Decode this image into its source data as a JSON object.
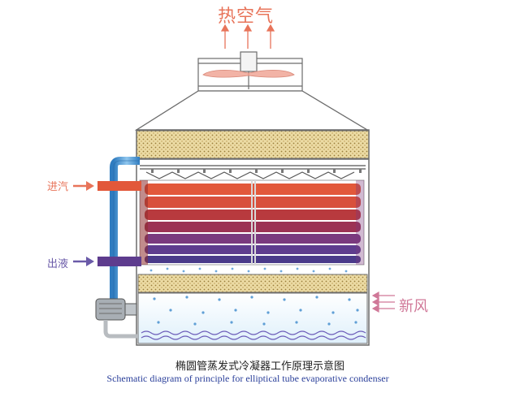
{
  "labels": {
    "hot_air": "热空气",
    "steam_in": "进汽",
    "liquid_out": "出液",
    "fresh_air": "新风"
  },
  "caption": {
    "chinese": "椭圆管蒸发式冷凝器工作原理示意图",
    "english": "Schematic diagram of principle for elliptical tube evaporative condenser"
  },
  "colors": {
    "hot_air_text": "#e8745a",
    "steam_arrow": "#e8745a",
    "liquid_arrow": "#6a5aa8",
    "fresh_air_text": "#d07898",
    "pipe": "#3f8fd0",
    "casing": "#6c6c6c",
    "filler": "#e8d9a0",
    "water": "#8fc3e8"
  }
}
